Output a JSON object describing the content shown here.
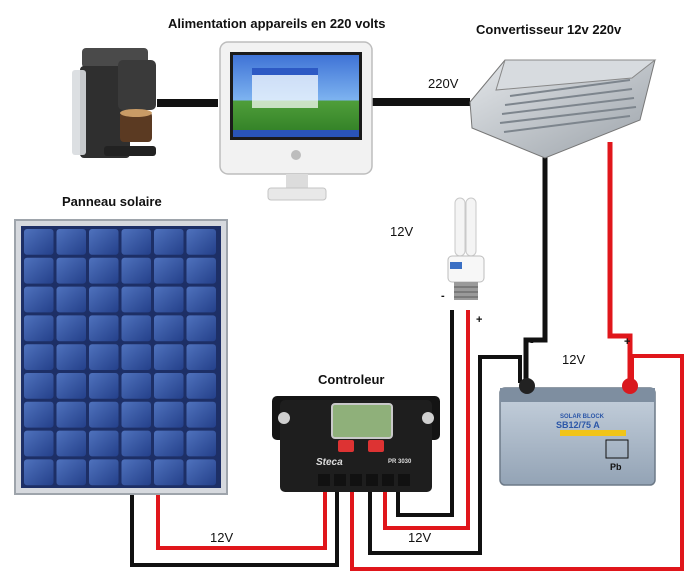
{
  "labels": {
    "appliances_title": "Alimentation appareils en 220 volts",
    "converter_title": "Convertisseur 12v 220v",
    "panel_title": "Panneau solaire",
    "controller_title": "Controleur",
    "ac_voltage": "220V",
    "bulb_voltage": "12V",
    "battery_voltage": "12V",
    "panel_wire_voltage": "12V",
    "battery_wire_voltage": "12V"
  },
  "polarity": {
    "bulb_minus": "-",
    "bulb_plus": "+",
    "battery_minus": "-",
    "battery_plus": "+"
  },
  "device_text": {
    "controller_brand": "Steca",
    "controller_model": "PR 3030",
    "battery_brand": "SOLAR BLOCK",
    "battery_model": "SB12/75 A",
    "battery_pb": "Pb"
  },
  "colors": {
    "wire_positive": "#e0161b",
    "wire_negative": "#111111",
    "panel_cell": "#2f4f9a",
    "battery_body": "#a9b7c7"
  }
}
